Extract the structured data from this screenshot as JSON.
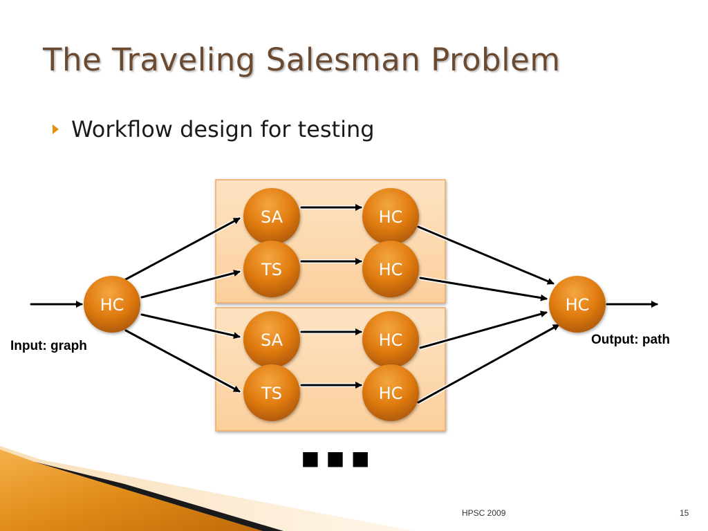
{
  "slide": {
    "title": "The Traveling Salesman Problem",
    "bullet": "Workflow design for testing",
    "footer_center": "HPSC 2009",
    "footer_page": "15"
  },
  "diagram": {
    "input_label": "Input: graph",
    "output_label": "Output: path",
    "continuation": "■ ■ ■",
    "nodes": {
      "input_hc": "HC",
      "top_sa": "SA",
      "top_sa_hc": "HC",
      "top_ts": "TS",
      "top_ts_hc": "HC",
      "bottom_sa": "SA",
      "bottom_sa_hc": "HC",
      "bottom_ts": "TS",
      "bottom_ts_hc": "HC",
      "output_hc": "HC"
    }
  },
  "colors": {
    "title": "#6b4a32",
    "node_fill": "#e07b10",
    "node_text": "#ffffff",
    "group_fill": "#fcd5a8",
    "accent": "#e5900e"
  }
}
